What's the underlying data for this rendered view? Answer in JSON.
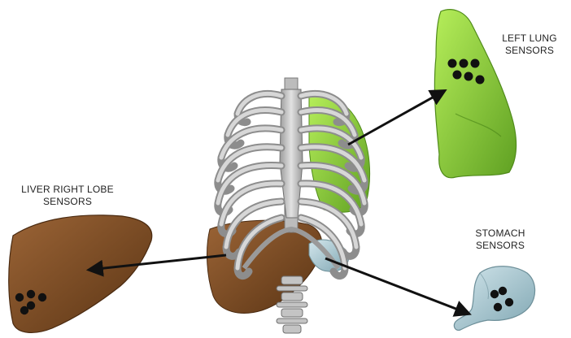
{
  "labels": {
    "lung": {
      "line1": "LEFT LUNG",
      "line2": "SENSORS"
    },
    "liver": {
      "line1": "LIVER RIGHT LOBE",
      "line2": "SENSORS"
    },
    "stomach": {
      "line1": "STOMACH",
      "line2": "SENSORS"
    }
  },
  "colors": {
    "lung": "#8ed43a",
    "liver": "#7a4a23",
    "stomach": "#a9c8d2",
    "bone": "#c9c9c9",
    "sensor": "#111111",
    "arrow": "#111111"
  },
  "sensor_counts": {
    "lung": 6,
    "liver": 5,
    "stomach": 4
  }
}
